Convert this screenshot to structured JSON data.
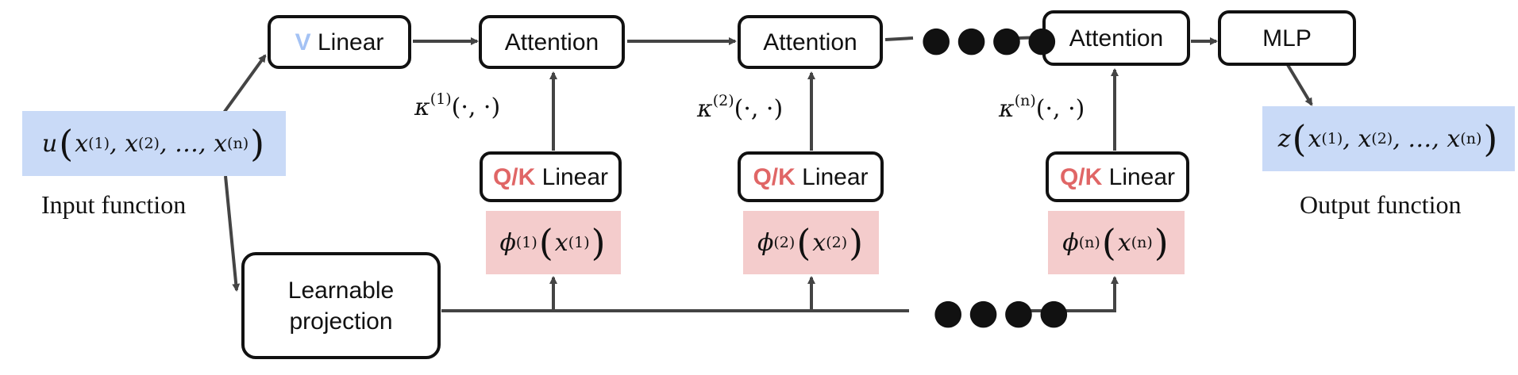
{
  "colors": {
    "v_accent": "#a4c2f4",
    "qk_accent": "#e06666",
    "input_fill": "#c9daf7",
    "phi_fill": "#f4cccc",
    "stroke": "#111111",
    "arrow": "#444444"
  },
  "blocks": {
    "v_linear": {
      "accent": "V",
      "label": " Linear"
    },
    "attention": [
      "Attention",
      "Attention",
      "Attention"
    ],
    "mlp": "MLP",
    "qk_linear": [
      {
        "accent": "Q/K",
        "label": " Linear"
      },
      {
        "accent": "Q/K",
        "label": " Linear"
      },
      {
        "accent": "Q/K",
        "label": " Linear"
      }
    ],
    "learnable_projection": {
      "line1": "Learnable",
      "line2": "projection"
    }
  },
  "functions": {
    "input": {
      "symbol": "u",
      "lparen": "(",
      "args": [
        {
          "base": "x",
          "sup": "(1)",
          "sep": ", "
        },
        {
          "base": "x",
          "sup": "(2)",
          "sep": ", "
        },
        {
          "base": "…",
          "sup": "",
          "sep": ", "
        },
        {
          "base": "x",
          "sup": "(n)",
          "sep": ""
        }
      ],
      "rparen": ")",
      "caption": "Input function"
    },
    "output": {
      "symbol": "z",
      "lparen": "(",
      "args": [
        {
          "base": "x",
          "sup": "(1)",
          "sep": ", "
        },
        {
          "base": "x",
          "sup": "(2)",
          "sep": ", "
        },
        {
          "base": "…",
          "sup": "",
          "sep": ", "
        },
        {
          "base": "x",
          "sup": "(n)",
          "sep": ""
        }
      ],
      "rparen": ")",
      "caption": "Output function"
    }
  },
  "phi": [
    {
      "symbol": "ϕ",
      "sup": "(1)",
      "lparen": "(",
      "arg": "x",
      "arg_sup": "(1)",
      "rparen": ")"
    },
    {
      "symbol": "ϕ",
      "sup": "(2)",
      "lparen": "(",
      "arg": "x",
      "arg_sup": "(2)",
      "rparen": ")"
    },
    {
      "symbol": "ϕ",
      "sup": "(n)",
      "lparen": "(",
      "arg": "x",
      "arg_sup": "(n)",
      "rparen": ")"
    }
  ],
  "kappa": [
    {
      "symbol": "κ",
      "sup": "(1)",
      "args": "(·, ·)"
    },
    {
      "symbol": "κ",
      "sup": "(2)",
      "args": "(·, ·)"
    },
    {
      "symbol": "κ",
      "sup": "(n)",
      "args": "(·, ·)"
    }
  ],
  "ellipsis": {
    "top": "●●●●",
    "bottom": "●●●●"
  }
}
